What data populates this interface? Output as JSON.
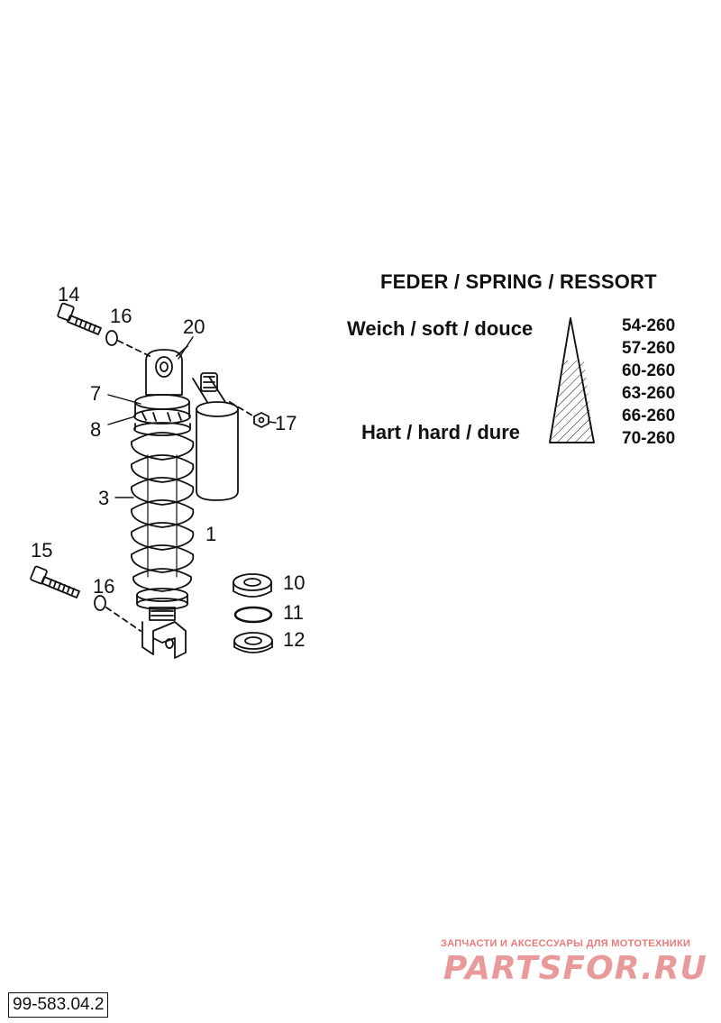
{
  "callouts": [
    {
      "id": "14",
      "label": "14"
    },
    {
      "id": "16a",
      "label": "16"
    },
    {
      "id": "20",
      "label": "20"
    },
    {
      "id": "7",
      "label": "7"
    },
    {
      "id": "8",
      "label": "8"
    },
    {
      "id": "17",
      "label": "17"
    },
    {
      "id": "3",
      "label": "3"
    },
    {
      "id": "1",
      "label": "1"
    },
    {
      "id": "15",
      "label": "15"
    },
    {
      "id": "16b",
      "label": "16"
    },
    {
      "id": "10",
      "label": "10"
    },
    {
      "id": "11",
      "label": "11"
    },
    {
      "id": "12",
      "label": "12"
    }
  ],
  "spring_table": {
    "title": "FEDER / SPRING / RESSORT",
    "soft_label": "Weich / soft / douce",
    "hard_label": "Hart / hard / dure",
    "rates": [
      "54-260",
      "57-260",
      "60-260",
      "63-260",
      "66-260",
      "70-260"
    ]
  },
  "watermark": {
    "tagline": "ЗАПЧАСТИ И АКСЕССУАРЫ ДЛЯ МОТОТЕХНИКИ",
    "logo": "PARTSFOR.RU"
  },
  "reference_number": "99-583.04.2",
  "colors": {
    "line": "#111111",
    "watermark": "#e87a7a"
  }
}
